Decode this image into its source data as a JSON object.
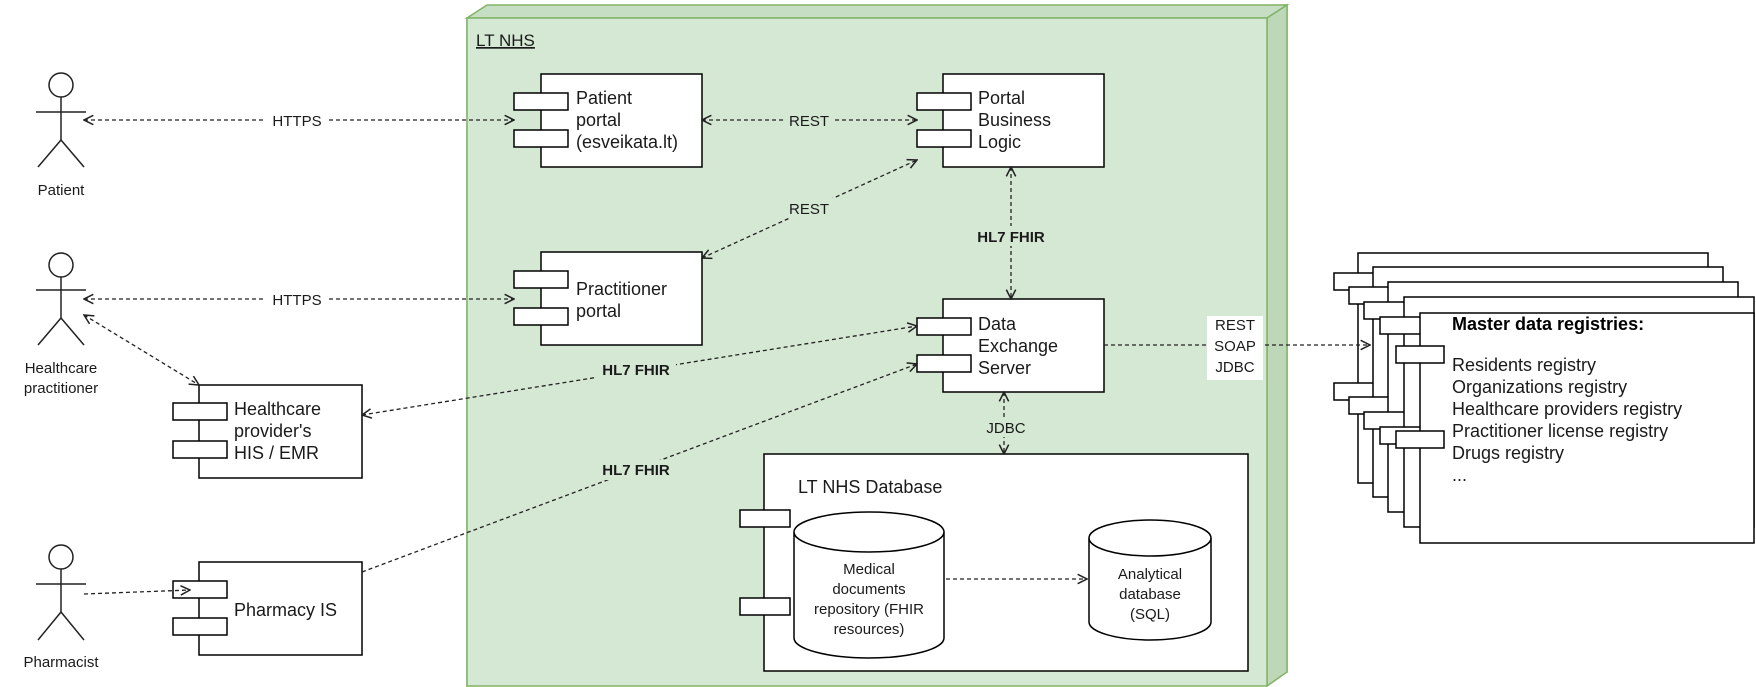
{
  "boundary": {
    "label": "LT NHS"
  },
  "actors": {
    "patient": "Patient",
    "practitioner_line1": "Healthcare",
    "practitioner_line2": "practitioner",
    "pharmacist": "Pharmacist"
  },
  "components": {
    "patient_portal": [
      "Patient",
      "portal",
      "(esveikata.lt)"
    ],
    "portal_business_logic": [
      "Portal",
      "Business",
      "Logic"
    ],
    "practitioner_portal": [
      "Practitioner",
      "portal"
    ],
    "data_exchange_server": [
      "Data",
      "Exchange",
      "Server"
    ],
    "healthcare_provider_his": [
      "Healthcare",
      "provider's",
      "HIS / EMR"
    ],
    "pharmacy_is": [
      "Pharmacy IS"
    ]
  },
  "database": {
    "title": "LT NHS Database",
    "medical_repo": [
      "Medical",
      "documents",
      "repository (FHIR",
      "resources)"
    ],
    "analytical_db": [
      "Analytical",
      "database",
      "(SQL)"
    ]
  },
  "registries": {
    "title": "Master data registries:",
    "items": [
      "Residents registry",
      "Organizations registry",
      "Healthcare providers registry",
      "Practitioner license registry",
      "Drugs registry",
      "..."
    ]
  },
  "connection_labels": {
    "patient_https": "HTTPS",
    "practitioner_https": "HTTPS",
    "portal_rest": "REST",
    "practitioner_rest": "REST",
    "logic_fhir": "HL7 FHIR",
    "his_fhir": "HL7 FHIR",
    "pharmacy_fhir": "HL7 FHIR",
    "db_jdbc": "JDBC",
    "registry_protocols": [
      "REST",
      "SOAP",
      "JDBC"
    ]
  },
  "colors": {
    "boundary_fill": "#d5e8d4",
    "boundary_stroke": "#82b366"
  }
}
